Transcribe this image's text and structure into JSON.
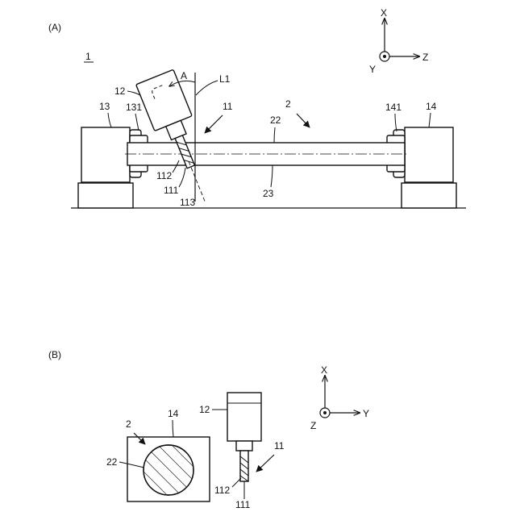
{
  "figure_a": {
    "panel_label": "(A)",
    "device_ref": "1",
    "angle_label": "A",
    "axis_line_label": "L1",
    "refs": {
      "r11": "11",
      "r12": "12",
      "r13": "13",
      "r131": "131",
      "r141": "141",
      "r14": "14",
      "r2": "2",
      "r22": "22",
      "r23": "23",
      "r112": "112",
      "r111": "111",
      "r113": "113"
    },
    "axes": {
      "x": "X",
      "y": "Y",
      "z": "Z"
    }
  },
  "figure_b": {
    "panel_label": "(B)",
    "refs": {
      "r2": "2",
      "r14": "14",
      "r22": "22",
      "r12": "12",
      "r11": "11",
      "r112": "112",
      "r111": "111"
    },
    "axes": {
      "x": "X",
      "y": "Y",
      "z": "Z"
    }
  },
  "colors": {
    "ink": "#111111",
    "background": "#ffffff"
  }
}
